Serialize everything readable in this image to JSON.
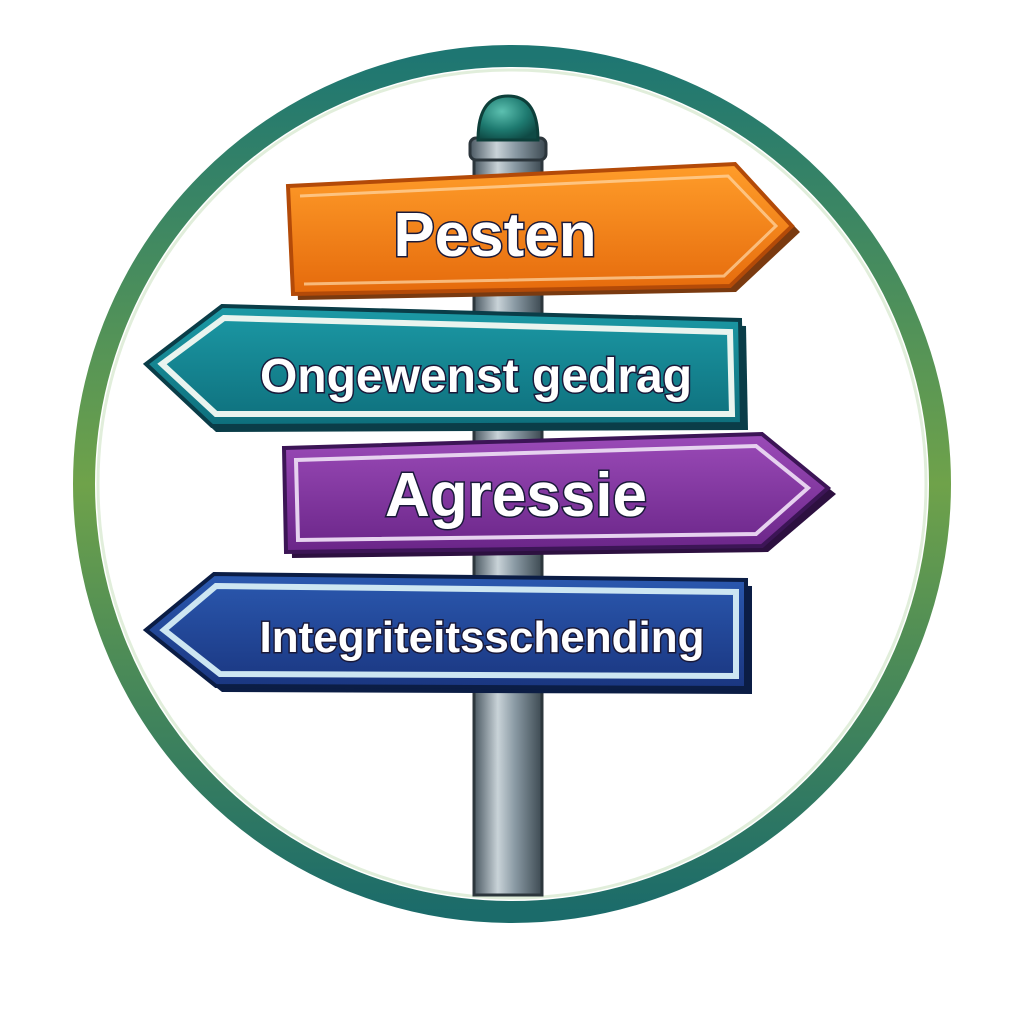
{
  "signs": [
    {
      "label": "Pesten",
      "direction": "right",
      "color": "#f07a12"
    },
    {
      "label": "Ongewenst gedrag",
      "direction": "left",
      "color": "#14808e"
    },
    {
      "label": "Agressie",
      "direction": "right",
      "color": "#7a2f98"
    },
    {
      "label": "Integriteitsschending",
      "direction": "left",
      "color": "#1f3f8f"
    }
  ],
  "colors": {
    "ring_top": "#1e7672",
    "ring_middle": "#6fa24a",
    "ring_bottom": "#1b6b6a",
    "pole": "#8a9aa4",
    "pole_cap": "#1e7a70"
  },
  "icons": [
    "signpost-illustration",
    "circular-frame"
  ]
}
